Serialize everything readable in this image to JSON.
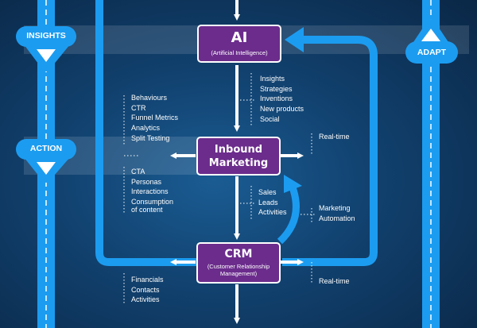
{
  "nodes": {
    "ai": {
      "title": "AI",
      "subtitle": "(Artificial Intelligence)"
    },
    "inbound": {
      "title_line1": "Inbound",
      "title_line2": "Marketing"
    },
    "crm": {
      "title": "CRM",
      "subtitle_line1": "(Customer Relationship",
      "subtitle_line2": "Management)"
    }
  },
  "side_tags": {
    "insights": "INSIGHTS",
    "action": "ACTION",
    "adapt": "ADAPT"
  },
  "lists": {
    "ai_outputs": [
      "Insights",
      "Strategies",
      "Inventions",
      "New products",
      "Social"
    ],
    "inbound_inputs": [
      "Behaviours",
      "CTR",
      "Funnel Metrics",
      "Analytics",
      "Split Testing"
    ],
    "inbound_tools": [
      "CTA",
      "Personas",
      "Interactions",
      "Consumption",
      "of content"
    ],
    "inbound_outputs": [
      "Sales",
      "Leads",
      "Activities"
    ],
    "realtime_top": "Real-time",
    "marketing_automation": [
      "Marketing",
      "Automation"
    ],
    "crm_data": [
      "Financials",
      "Contacts",
      "Activities"
    ],
    "realtime_bottom": "Real-time"
  },
  "colors": {
    "node_fill": "#6b2c8c",
    "loop_blue": "#1c9cf0",
    "background": "#11406d",
    "arrow": "#ffffff"
  }
}
